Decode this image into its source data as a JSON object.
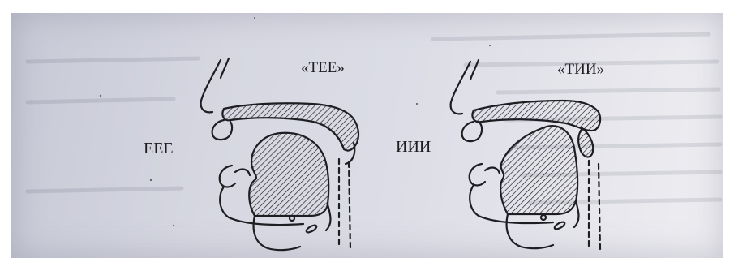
{
  "labels": {
    "tee": "«ТЕЕ»",
    "tii": "«ТИИ»",
    "eee": "ЕЕЕ",
    "iii": "ИИИ"
  },
  "colors": {
    "ink": "#1d1d22",
    "paper": "#dcdde6"
  }
}
